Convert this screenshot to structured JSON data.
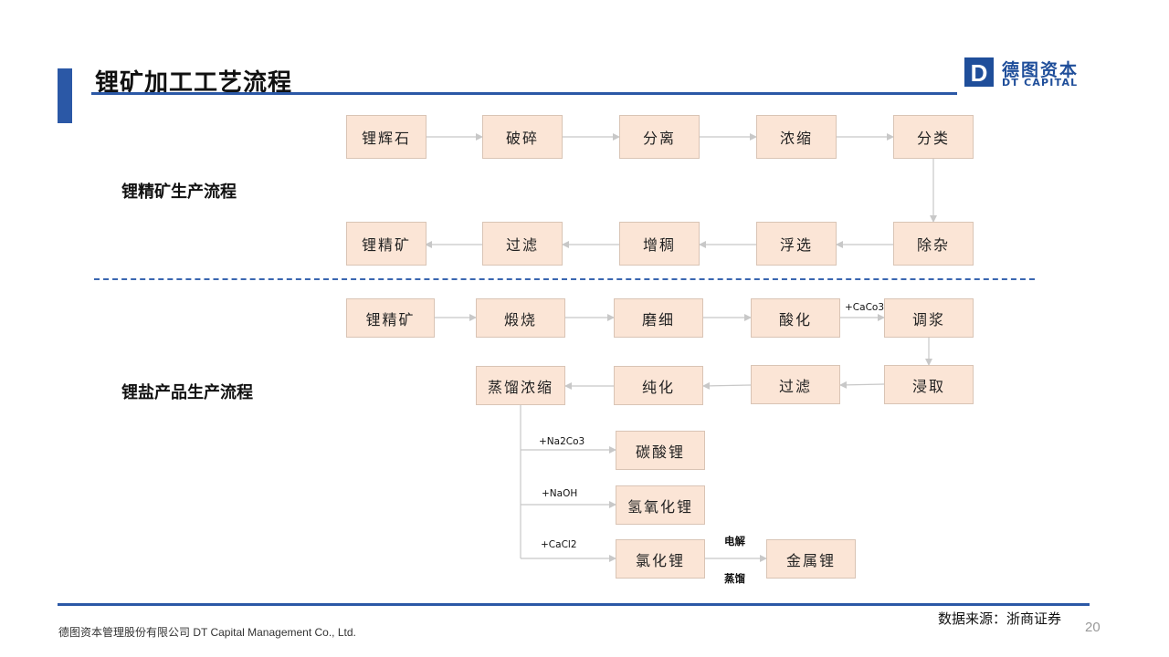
{
  "header": {
    "title": "锂矿加工工艺流程",
    "logo_cn": "德图资本",
    "logo_en": "DT CAPITAL",
    "logo_letter": "D"
  },
  "sections": {
    "concentrate_label": "锂精矿生产流程",
    "salt_label": "锂盐产品生产流程"
  },
  "concentrate_flow": {
    "row1": [
      "锂辉石",
      "破碎",
      "分离",
      "浓缩",
      "分类"
    ],
    "row2": [
      "锂精矿",
      "过滤",
      "增稠",
      "浮选",
      "除杂"
    ]
  },
  "salt_flow": {
    "row1": [
      "锂精矿",
      "煅烧",
      "磨细",
      "酸化",
      "调浆"
    ],
    "row2": [
      "蒸馏浓缩",
      "纯化",
      "过滤",
      "浸取"
    ],
    "products": [
      "碳酸锂",
      "氢氧化锂",
      "氯化锂"
    ],
    "final": "金属锂",
    "notes": {
      "caco3": "+CaCo3",
      "na2co3": "+Na2Co3",
      "naoh": "+NaOH",
      "cacl2": "+CaCl2",
      "electrolysis": "电解",
      "distill": "蒸馏"
    }
  },
  "footer": {
    "company": "德图资本管理股份有限公司  DT Capital Management  Co., Ltd.",
    "source": "数据来源：浙商证券",
    "page": "20"
  },
  "colors": {
    "accent": "#2b58a6",
    "box_fill": "#fbe5d6",
    "box_border": "#d9c4b5",
    "arrow": "#c8c8c8"
  }
}
